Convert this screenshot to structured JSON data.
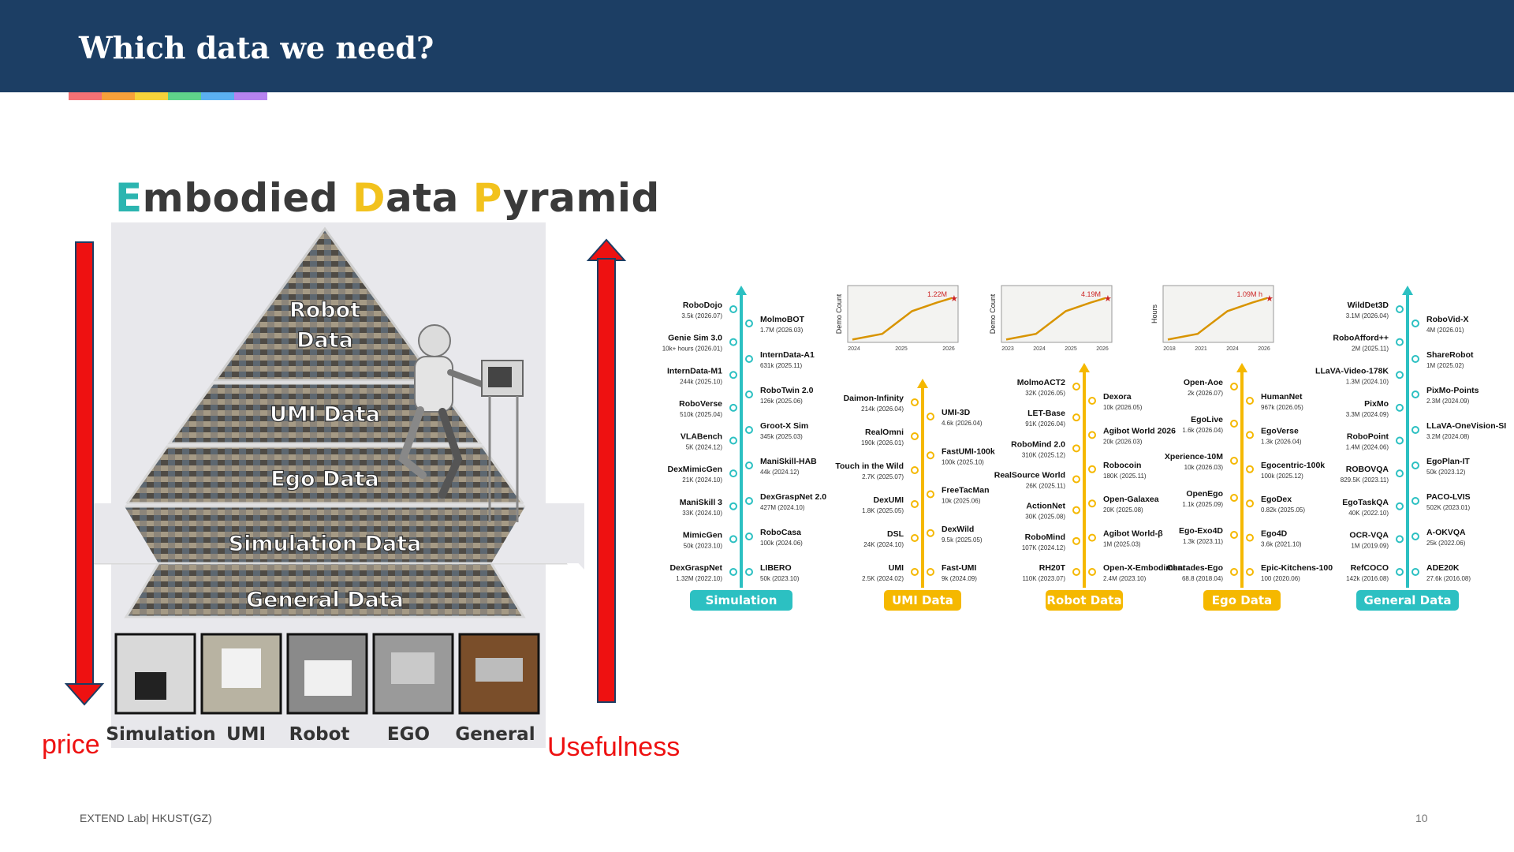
{
  "slide": {
    "title": "Which data we need?",
    "footer": "EXTEND Lab| HKUST(GZ)",
    "page_number": "10",
    "stripe_colors": [
      "#f47175",
      "#f7a13a",
      "#f6d33a",
      "#5fd28a",
      "#5bb0f1",
      "#b683f0"
    ]
  },
  "pyramid": {
    "title_initials": [
      "E",
      "D",
      "P"
    ],
    "title_rest": [
      "mbodied ",
      "ata ",
      "yramid"
    ],
    "levels": [
      "Robot",
      "Data",
      "UMI Data",
      "Ego Data",
      "Simulation Data",
      "General Data"
    ],
    "thumbnails": [
      "Simulation",
      "UMI",
      "Robot",
      "EGO",
      "General"
    ]
  },
  "arrows": {
    "left_label": "price",
    "right_label": "Usefulness",
    "color": "#ee1111"
  },
  "datasets": {
    "categories": [
      {
        "name": "Simulation Data",
        "color": "#2cc0c2",
        "left": [
          {
            "n": "RoboDojo",
            "s": "3.5k",
            "d": "(2026.07)"
          },
          {
            "n": "Genie Sim 3.0",
            "s": "10k+ hours",
            "d": "(2026.01)"
          },
          {
            "n": "InternData-M1",
            "s": "244k",
            "d": "(2025.10)"
          },
          {
            "n": "RoboVerse",
            "s": "510k",
            "d": "(2025.04)"
          },
          {
            "n": "VLABench",
            "s": "5K",
            "d": "(2024.12)"
          },
          {
            "n": "DexMimicGen",
            "s": "21K",
            "d": "(2024.10)"
          },
          {
            "n": "ManiSkill 3",
            "s": "33K",
            "d": "(2024.10)"
          },
          {
            "n": "MimicGen",
            "s": "50k",
            "d": "(2023.10)"
          },
          {
            "n": "DexGraspNet",
            "s": "1.32M",
            "d": "(2022.10)"
          }
        ],
        "right": [
          {
            "n": "MolmoBOT",
            "s": "1.7M",
            "d": "(2026.03)"
          },
          {
            "n": "InternData-A1",
            "s": "631k",
            "d": "(2025.11)"
          },
          {
            "n": "RoboTwin 2.0",
            "s": "126k",
            "d": "(2025.06)"
          },
          {
            "n": "Groot-X Sim",
            "s": "345k",
            "d": "(2025.03)"
          },
          {
            "n": "ManiSkill-HAB",
            "s": "44k",
            "d": "(2024.12)"
          },
          {
            "n": "DexGraspNet 2.0",
            "s": "427M",
            "d": "(2024.10)"
          },
          {
            "n": "RoboCasa",
            "s": "100k",
            "d": "(2024.06)"
          },
          {
            "n": "LIBERO",
            "s": "50k",
            "d": "(2023.10)"
          }
        ]
      },
      {
        "name": "UMI Data",
        "color": "#f5b800",
        "left": [
          {
            "n": "Daimon-Infinity",
            "s": "214k",
            "d": "(2026.04)"
          },
          {
            "n": "RealOmni",
            "s": "190k",
            "d": "(2026.01)"
          },
          {
            "n": "Touch in the Wild",
            "s": "2.7K",
            "d": "(2025.07)"
          },
          {
            "n": "DexUMI",
            "s": "1.8K",
            "d": "(2025.05)"
          },
          {
            "n": "DSL",
            "s": "24K",
            "d": "(2024.10)"
          },
          {
            "n": "UMI",
            "s": "2.5K",
            "d": "(2024.02)"
          }
        ],
        "right": [
          {
            "n": "UMI-3D",
            "s": "4.6k",
            "d": "(2026.04)"
          },
          {
            "n": "FastUMI-100k",
            "s": "100k",
            "d": "(2025.10)"
          },
          {
            "n": "FreeTacMan",
            "s": "10k",
            "d": "(2025.06)"
          },
          {
            "n": "DexWild",
            "s": "9.5k",
            "d": "(2025.05)"
          },
          {
            "n": "Fast-UMI",
            "s": "9k",
            "d": "(2024.09)"
          }
        ]
      },
      {
        "name": "Robot Data",
        "color": "#f5b800",
        "left": [
          {
            "n": "MolmoACT2",
            "s": "32K",
            "d": "(2026.05)"
          },
          {
            "n": "LET-Base",
            "s": "91K",
            "d": "(2026.04)"
          },
          {
            "n": "RoboMind 2.0",
            "s": "310K",
            "d": "(2025.12)"
          },
          {
            "n": "RealSource World",
            "s": "26K",
            "d": "(2025.11)"
          },
          {
            "n": "ActionNet",
            "s": "30K",
            "d": "(2025.08)"
          },
          {
            "n": "RoboMind",
            "s": "107K",
            "d": "(2024.12)"
          },
          {
            "n": "RH20T",
            "s": "110K",
            "d": "(2023.07)"
          }
        ],
        "right": [
          {
            "n": "Dexora",
            "s": "10k",
            "d": "(2026.05)"
          },
          {
            "n": "Agibot World 2026",
            "s": "20k",
            "d": "(2026.03)"
          },
          {
            "n": "Robocoin",
            "s": "180K",
            "d": "(2025.11)"
          },
          {
            "n": "Open-Galaxea",
            "s": "20K",
            "d": "(2025.08)"
          },
          {
            "n": "Agibot World-β",
            "s": "1M",
            "d": "(2025.03)"
          },
          {
            "n": "Open-X-Embodiment",
            "s": "2.4M",
            "d": "(2023.10)"
          }
        ]
      },
      {
        "name": "Ego Data",
        "color": "#f5b800",
        "left": [
          {
            "n": "Open-Aoe",
            "s": "2k",
            "d": "(2026.07)"
          },
          {
            "n": "EgoLive",
            "s": "1.6k",
            "d": "(2026.04)"
          },
          {
            "n": "Xperience-10M",
            "s": "10k",
            "d": "(2026.03)"
          },
          {
            "n": "OpenEgo",
            "s": "1.1k",
            "d": "(2025.09)"
          },
          {
            "n": "Ego-Exo4D",
            "s": "1.3k",
            "d": "(2023.11)"
          },
          {
            "n": "Charades-Ego",
            "s": "68.8",
            "d": "(2018.04)"
          }
        ],
        "right": [
          {
            "n": "HumanNet",
            "s": "967k",
            "d": "(2026.05)"
          },
          {
            "n": "EgoVerse",
            "s": "1.3k",
            "d": "(2026.04)"
          },
          {
            "n": "Egocentric-100k",
            "s": "100k",
            "d": "(2025.12)"
          },
          {
            "n": "EgoDex",
            "s": "0.82k",
            "d": "(2025.05)"
          },
          {
            "n": "Ego4D",
            "s": "3.6k",
            "d": "(2021.10)"
          },
          {
            "n": "Epic-Kitchens-100",
            "s": "100",
            "d": "(2020.06)"
          }
        ]
      },
      {
        "name": "General Data",
        "color": "#2cc0c2",
        "left": [
          {
            "n": "WildDet3D",
            "s": "3.1M",
            "d": "(2026.04)"
          },
          {
            "n": "RoboAfford++",
            "s": "2M",
            "d": "(2025.11)"
          },
          {
            "n": "LLaVA-Video-178K",
            "s": "1.3M",
            "d": "(2024.10)"
          },
          {
            "n": "PixMo",
            "s": "3.3M",
            "d": "(2024.09)"
          },
          {
            "n": "RoboPoint",
            "s": "1.4M",
            "d": "(2024.06)"
          },
          {
            "n": "ROBOVQA",
            "s": "829.5K",
            "d": "(2023.11)"
          },
          {
            "n": "EgoTaskQA",
            "s": "40K",
            "d": "(2022.10)"
          },
          {
            "n": "OCR-VQA",
            "s": "1M",
            "d": "(2019.09)"
          },
          {
            "n": "RefCOCO",
            "s": "142k",
            "d": "(2016.08)"
          }
        ],
        "right": [
          {
            "n": "RoboVid-X",
            "s": "4M",
            "d": "(2026.01)"
          },
          {
            "n": "ShareRobot",
            "s": "1M",
            "d": "(2025.02)"
          },
          {
            "n": "PixMo-Points",
            "s": "2.3M",
            "d": "(2024.09)"
          },
          {
            "n": "LLaVA-OneVision-SI",
            "s": "3.2M",
            "d": "(2024.08)"
          },
          {
            "n": "EgoPlan-IT",
            "s": "50k",
            "d": "(2023.12)"
          },
          {
            "n": "PACO-LVIS",
            "s": "502K",
            "d": "(2023.01)"
          },
          {
            "n": "A-OKVQA",
            "s": "25k",
            "d": "(2022.06)"
          },
          {
            "n": "ADE20K",
            "s": "27.6k",
            "d": "(2016.08)"
          }
        ]
      }
    ],
    "growth_charts": [
      {
        "ylabel": "Demo Count",
        "peak": "1.22M",
        "ticks": [
          "2024",
          "2025",
          "2026"
        ]
      },
      {
        "ylabel": "Demo Count",
        "peak": "4.19M",
        "ticks": [
          "2023",
          "2024",
          "2025",
          "2026"
        ]
      },
      {
        "ylabel": "Hours",
        "peak": "1.09M h",
        "ticks": [
          "2018",
          "2021",
          "2024",
          "2026"
        ]
      }
    ]
  }
}
